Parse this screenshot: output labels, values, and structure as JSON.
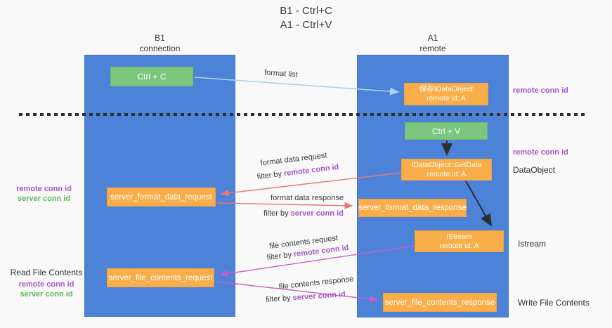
{
  "title": {
    "line1": "B1 - Ctrl+C",
    "line2": "A1 - Ctrl+V"
  },
  "columns": {
    "left": {
      "header_line1": "B1",
      "header_line2": "connection"
    },
    "right": {
      "header_line1": "A1",
      "header_line2": "remote"
    }
  },
  "nodes": {
    "ctrl_c": "Ctrl + C",
    "ctrl_v": "Ctrl + V",
    "save_idataobject": {
      "line1": "保存IDataObject",
      "line2": "remote id: A"
    },
    "getdata": {
      "line1": "IDataObject::GetData",
      "line2": "remote id: A"
    },
    "istream": {
      "line1": "IStream",
      "line2": "remote id: A"
    },
    "format_request_box": "server_format_data_request",
    "format_response_box": "server_format_data_response",
    "file_request_box": "server_file_contents_request",
    "file_response_box": "server_file_contents_response"
  },
  "edges": {
    "format_list": {
      "label": "format list"
    },
    "format_request": {
      "label": "format data request",
      "filter_prefix": "filter by ",
      "filter_id": "remote conn id"
    },
    "format_response": {
      "label": "format data response",
      "filter_prefix": "filter by ",
      "filter_id": "server conn id"
    },
    "file_request": {
      "label": "file contents request",
      "filter_prefix": "filter by ",
      "filter_id": "remote conn id"
    },
    "file_response": {
      "label": "file contents response",
      "filter_prefix": "filter by ",
      "filter_id": "server conn id"
    }
  },
  "annotations": {
    "remote_conn_top": "remote conn id",
    "remote_conn_mid": "remote conn id",
    "dataobject": "DataObject",
    "istream": "Istream",
    "write_file_contents": "Write File Contents",
    "read_file_contents": "Read File Contents",
    "left_mid": {
      "remote": "remote conn id",
      "server": "server conn id"
    },
    "left_bottom": {
      "remote": "remote conn id",
      "server": "server conn id"
    }
  },
  "colors": {
    "column_blue": "#4d82d9",
    "box_green": "#7cc67e",
    "box_orange": "#f9ae49",
    "arrow_lightblue": "#a9d2f0",
    "arrow_red": "#e87878",
    "arrow_magenta": "#c85fc8",
    "arrow_black": "#2f2f2f",
    "text_purple": "#a855c8",
    "text_green": "#5cb85c",
    "background": "#f9f9f9"
  }
}
